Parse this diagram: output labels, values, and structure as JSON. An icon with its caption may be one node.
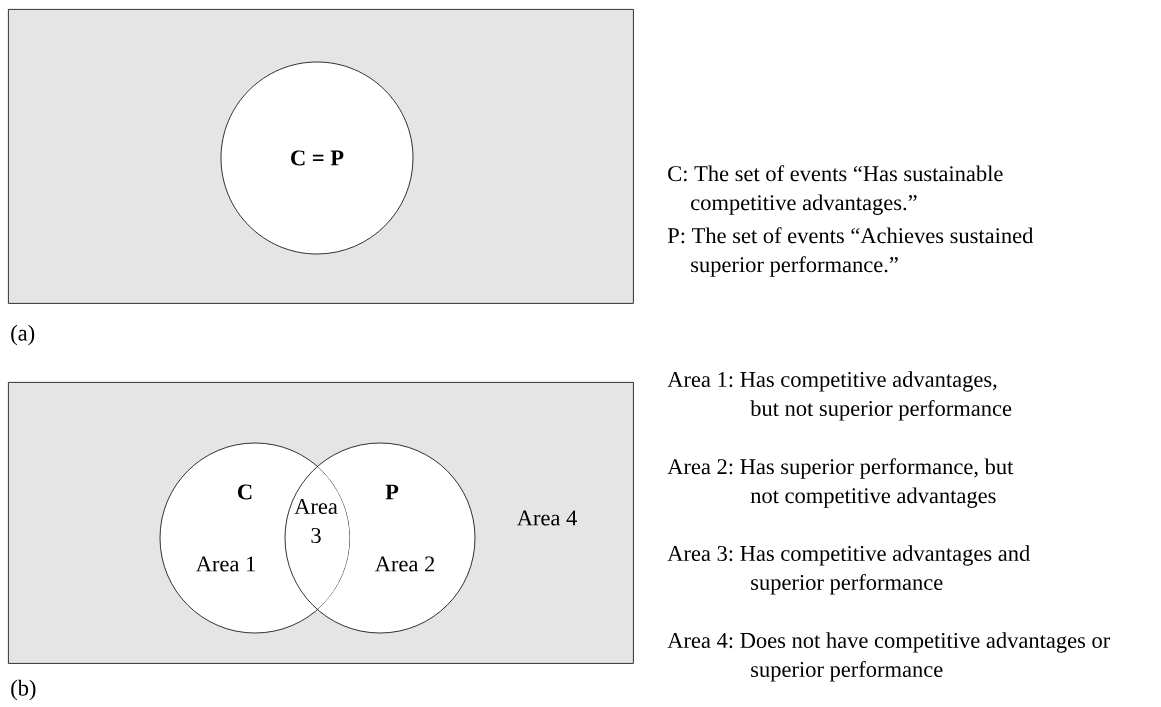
{
  "diagram": {
    "nodes": [
      {
        "text": [],
        "shape": "box"
      },
      {
        "text": [
          "C = P"
        ],
        "in": 0
      },
      {
        "text": [
          "Area 4"
        ]
      },
      {
        "text": [
          "C",
          "Area 1"
        ],
        "in": 2
      },
      {
        "text": [
          "P",
          "Area 2"
        ],
        "in": 2
      }
    ],
    "labels": [
      "C: The set of events “Has sustainable competitive advantages.”",
      "P: The set of events “Achieves sustained superior performance.”",
      "(a)",
      "Area 3",
      "Area 1: Has competitive advantages, but not superior performance",
      "Area 2: Has superior performance, but not competitive advantages",
      "Area 3: Has competitive advantages and superior performance",
      "(b)",
      "Area 4: Does not have competitive advantages or superior performance"
    ]
  }
}
